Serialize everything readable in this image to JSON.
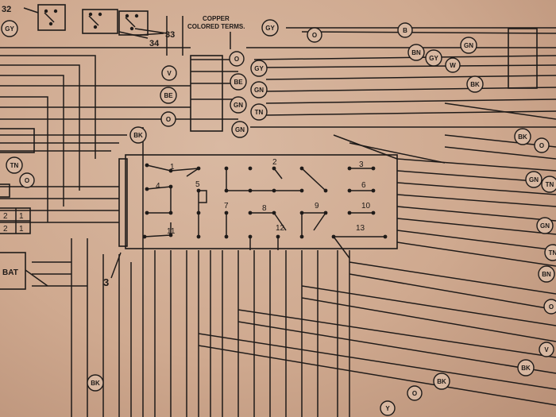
{
  "callouts": {
    "c32": "32",
    "c33": "33",
    "c34": "34",
    "c3": "3"
  },
  "note": {
    "line1": "COPPER",
    "line2": "COLORED TERMS."
  },
  "switch_numbers": [
    "1",
    "2",
    "3",
    "4",
    "5",
    "6",
    "7",
    "8",
    "9",
    "10",
    "11",
    "12",
    "13"
  ],
  "component": {
    "bat": "BAT"
  },
  "row_labels": {
    "r1a": "2",
    "r1b": "1",
    "r2a": "2",
    "r2b": "1"
  },
  "wire_tags": [
    "GY",
    "GY",
    "O",
    "B",
    "BN",
    "GY",
    "W",
    "GN",
    "BK",
    "V",
    "O",
    "GY",
    "BE",
    "BE",
    "GN",
    "GN",
    "O",
    "TN",
    "GN",
    "BK",
    "TN",
    "O",
    "BK",
    "O",
    "GN",
    "TN",
    "GN",
    "TN",
    "BN",
    "O",
    "V",
    "BK",
    "BK",
    "O",
    "BK",
    "Y"
  ],
  "colors": {
    "ink": "#1f1b19",
    "paper": "#d4b39c"
  }
}
